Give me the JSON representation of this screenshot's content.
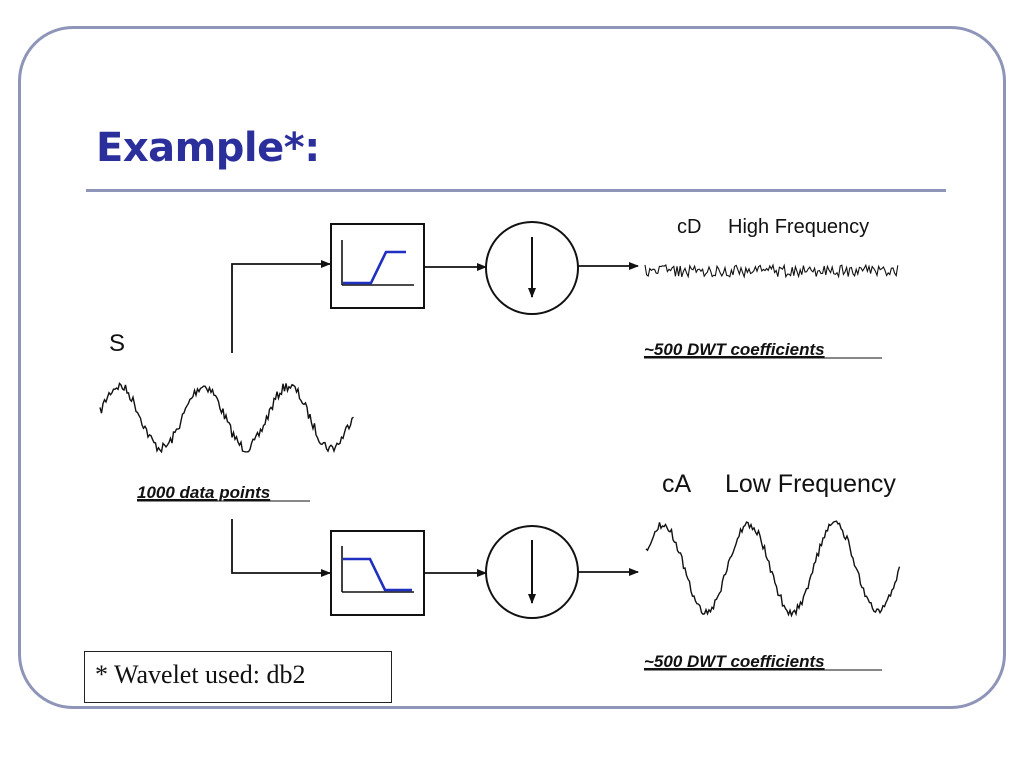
{
  "slide": {
    "title": "Example*:",
    "footnote": "* Wavelet used: db2",
    "colors": {
      "title": "#2b2f9b",
      "frame": "#8e95b8",
      "filter_curve": "#1f2fbf"
    }
  },
  "diagram": {
    "input_label": "S",
    "input_note": "1000 data points",
    "high_branch": {
      "label_short": "cD",
      "label_long": "High Frequency",
      "note": "~500 DWT coefficients",
      "filter": "high-pass-filter-icon",
      "downsample": "downsample-arrow-icon"
    },
    "low_branch": {
      "label_short": "cA",
      "label_long": "Low Frequency",
      "note": "~500 DWT coefficients",
      "filter": "low-pass-filter-icon",
      "downsample": "downsample-arrow-icon"
    }
  }
}
